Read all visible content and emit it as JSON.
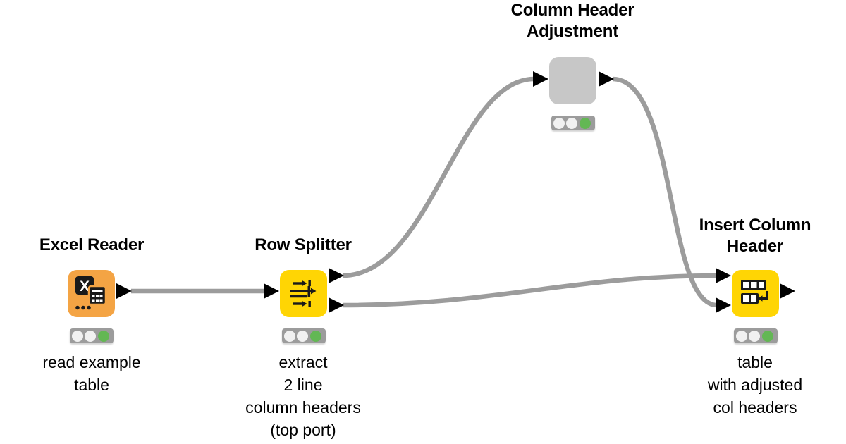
{
  "app": "KNIME workflow canvas",
  "colors": {
    "background": "#ffffff",
    "connection_gray": "#9C9C9C",
    "port_black": "#000000",
    "source_node_orange": "#F4A444",
    "manipulator_node_yellow": "#FFD504",
    "component_node_gray": "#C7C7C7",
    "traffic_bar_gray": "#9C9C9C",
    "traffic_idle_white": "#F1F1F1",
    "traffic_done_green": "#63B754",
    "icon_dark": "#1A1A1A"
  },
  "nodes": {
    "excel_reader": {
      "title": "Excel Reader",
      "comment": "read example\ntable",
      "icon": "excel-table-icon",
      "status": "executed",
      "ports": {
        "out": 1
      }
    },
    "row_splitter": {
      "title": "Row Splitter",
      "comment": "extract\n2 line\ncolumn headers\n(top port)",
      "icon": "row-splitter-arrows-icon",
      "status": "executed",
      "ports": {
        "in": 1,
        "out": 2
      }
    },
    "column_header_adjustment": {
      "title": "Column Header\nAdjustment",
      "comment": "",
      "icon": "none",
      "status": "executed",
      "ports": {
        "in": 1,
        "out": 1
      }
    },
    "insert_column_header": {
      "title": "Insert Column\nHeader",
      "comment": "table\nwith adjusted\ncol headers",
      "icon": "insert-column-header-table-icon",
      "status": "executed",
      "ports": {
        "in": 2,
        "out": 1
      }
    }
  },
  "connections": [
    {
      "from": "excel_reader:out",
      "to": "row_splitter:in"
    },
    {
      "from": "row_splitter:out_top",
      "to": "column_header_adjustment:in"
    },
    {
      "from": "column_header_adjustment:out",
      "to": "insert_column_header:in_bottom"
    },
    {
      "from": "row_splitter:out_bottom",
      "to": "insert_column_header:in_top"
    }
  ]
}
